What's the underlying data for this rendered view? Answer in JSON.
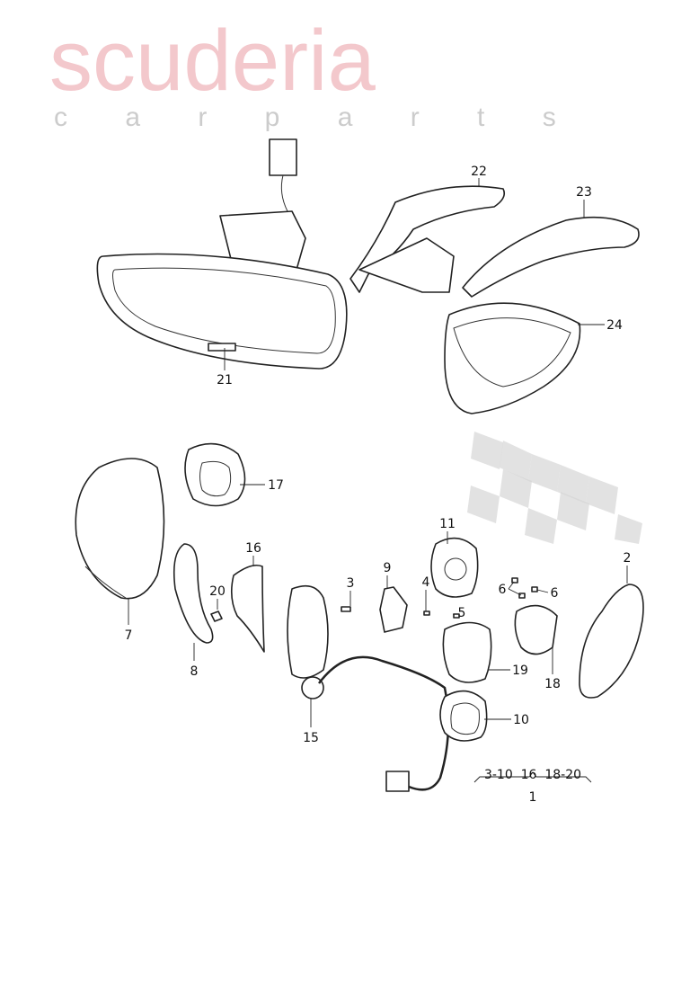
{
  "watermark": {
    "brand": "scuderia",
    "sub": "c a r p a r t s",
    "brand_color": "#f3c8cc"
  },
  "callouts": [
    "22",
    "23",
    "24",
    "21",
    "17",
    "7",
    "8",
    "16",
    "20",
    "3",
    "9",
    "4",
    "5",
    "11",
    "6",
    "6",
    "2",
    "19",
    "18",
    "10",
    "15",
    "1"
  ],
  "assembly_note": "3-10  16  18-20"
}
